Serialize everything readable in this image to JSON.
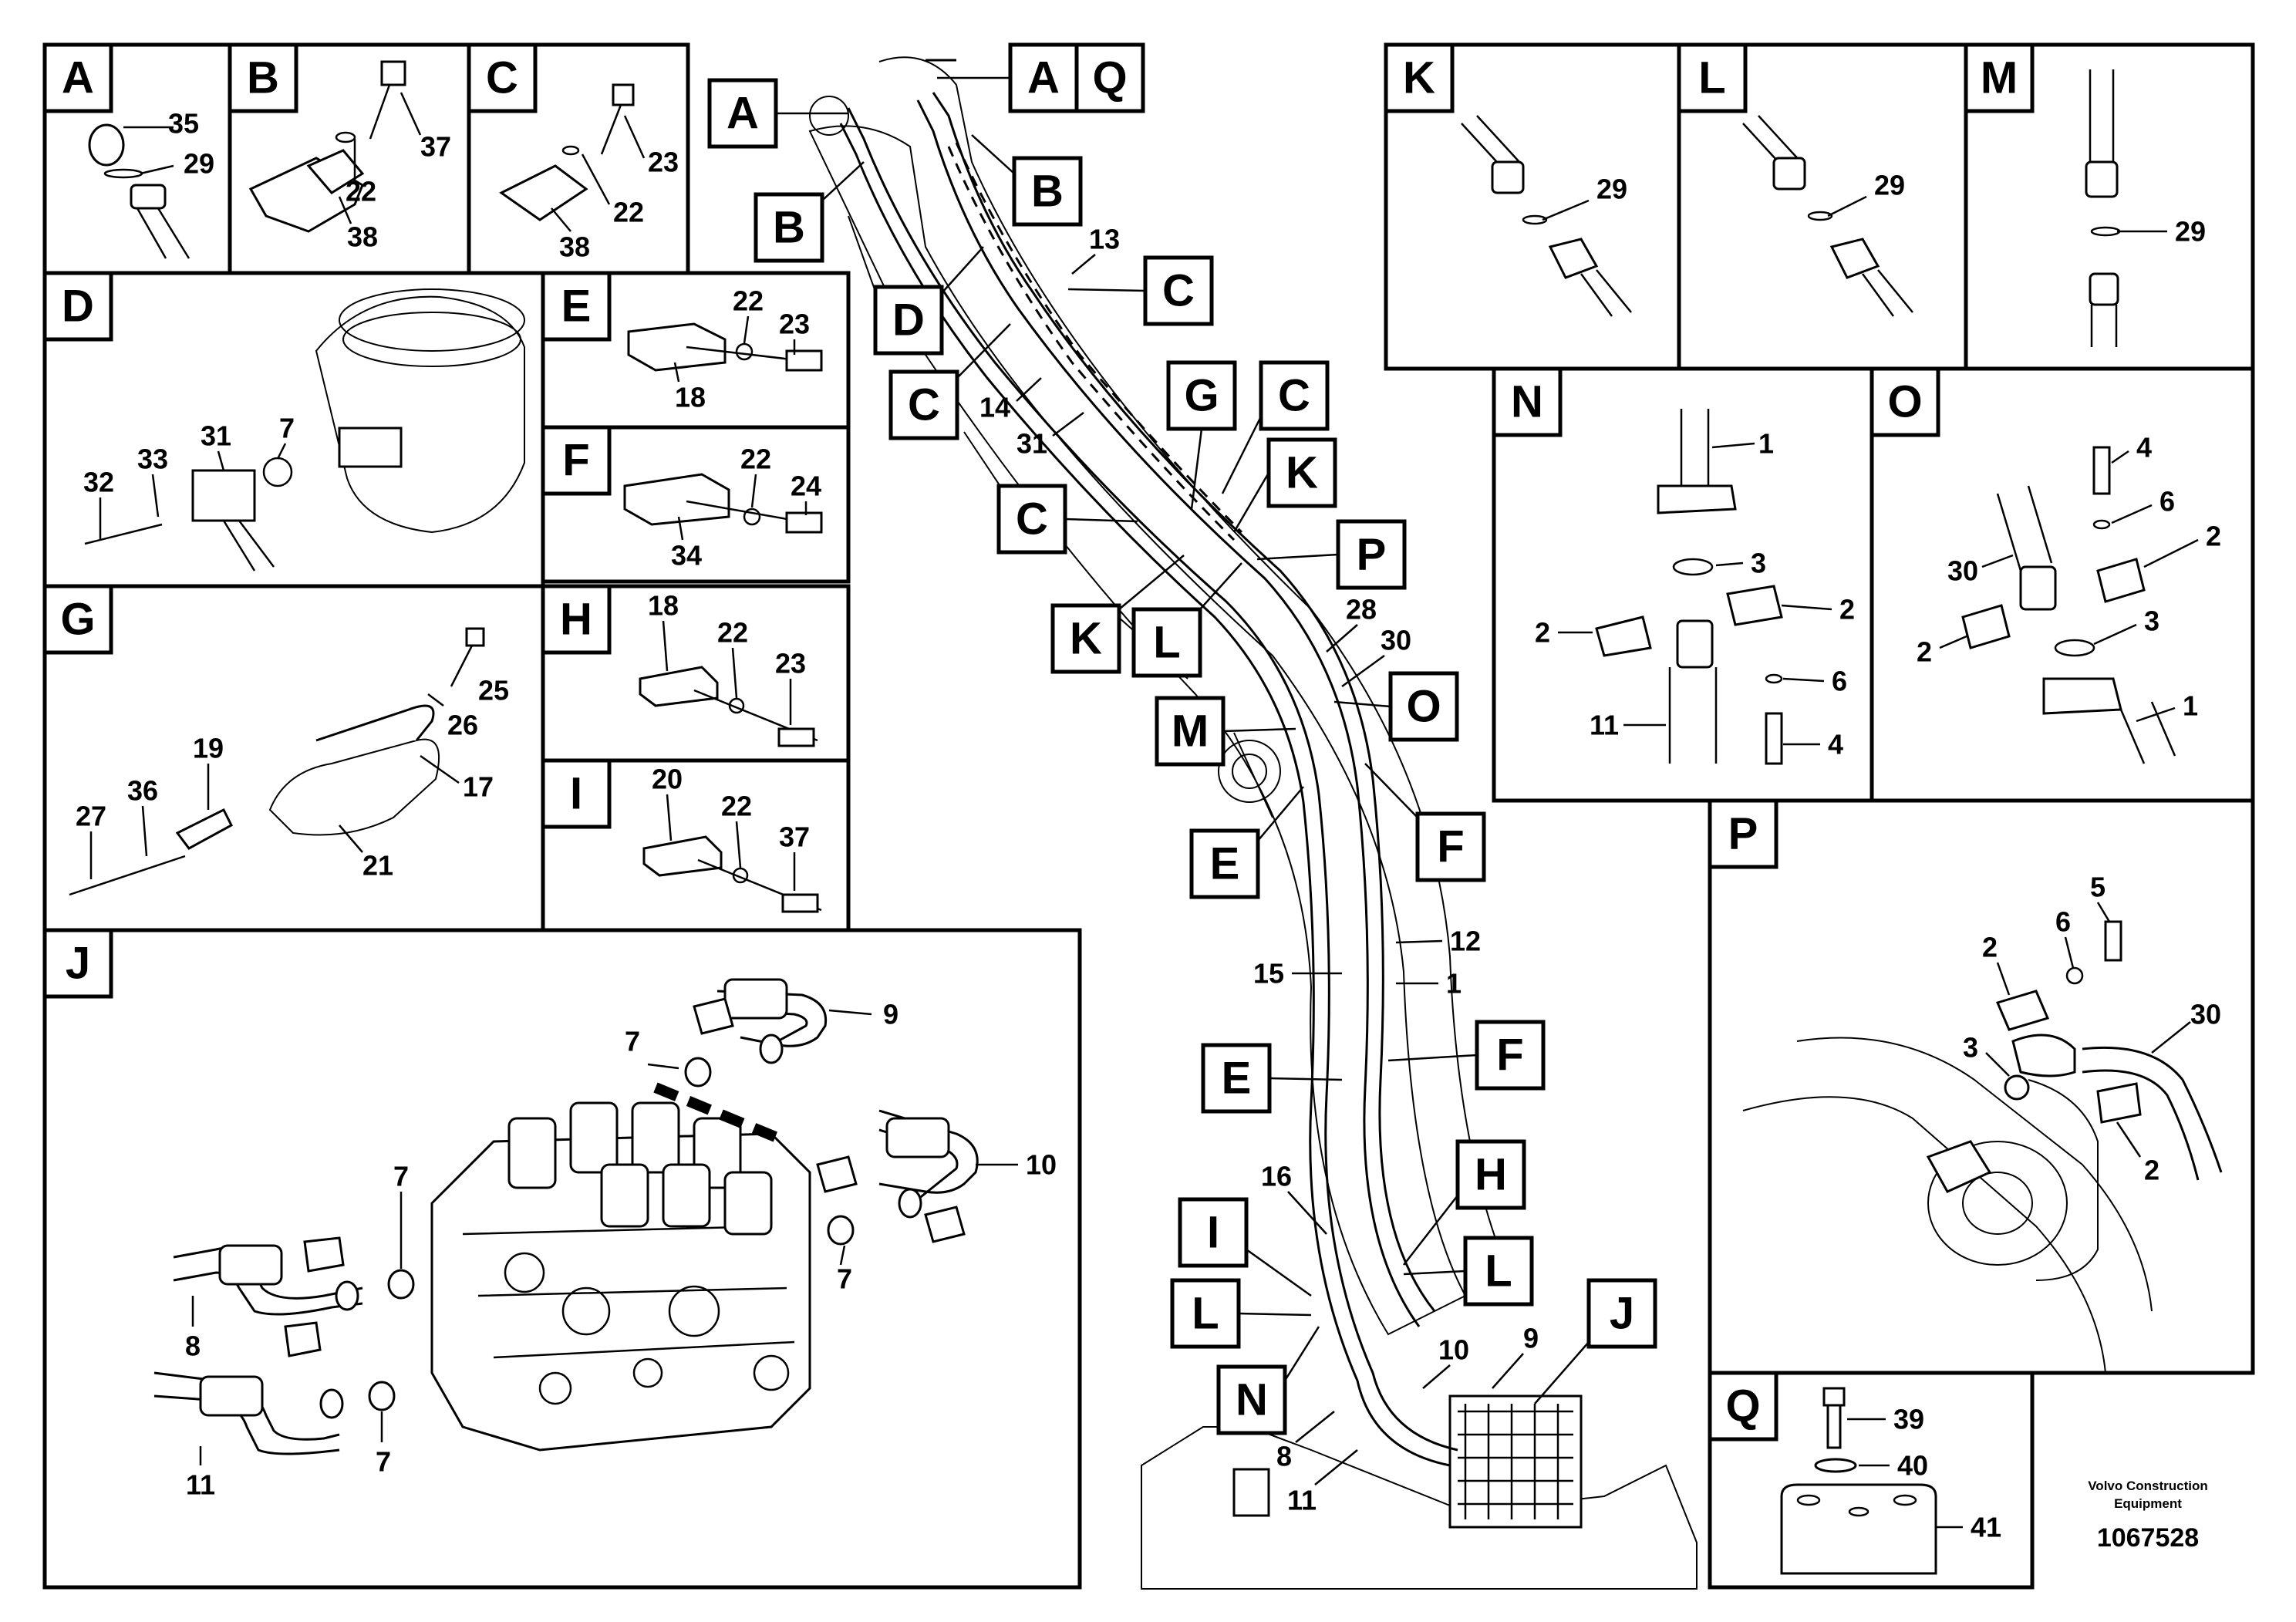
{
  "panels": {
    "A": {
      "label": "A",
      "parts": [
        "35",
        "29"
      ]
    },
    "B": {
      "label": "B",
      "parts": [
        "37",
        "22",
        "38"
      ]
    },
    "C": {
      "label": "C",
      "parts": [
        "23",
        "22",
        "38"
      ]
    },
    "D": {
      "label": "D",
      "parts": [
        "31",
        "7",
        "33",
        "32"
      ]
    },
    "E": {
      "label": "E",
      "parts": [
        "22",
        "23",
        "18"
      ]
    },
    "F": {
      "label": "F",
      "parts": [
        "22",
        "24",
        "34"
      ]
    },
    "G": {
      "label": "G",
      "parts": [
        "25",
        "26",
        "17",
        "19",
        "27",
        "36",
        "21"
      ]
    },
    "H": {
      "label": "H",
      "parts": [
        "18",
        "22",
        "23"
      ]
    },
    "I": {
      "label": "I",
      "parts": [
        "20",
        "22",
        "37"
      ]
    },
    "J": {
      "label": "J",
      "parts": [
        "9",
        "7",
        "10",
        "7",
        "7",
        "8",
        "11",
        "7"
      ]
    },
    "K": {
      "label": "K",
      "parts": [
        "29"
      ]
    },
    "L": {
      "label": "L",
      "parts": [
        "29"
      ]
    },
    "M": {
      "label": "M",
      "parts": [
        "29"
      ]
    },
    "N": {
      "label": "N",
      "parts": [
        "1",
        "3",
        "2",
        "2",
        "6",
        "11",
        "4"
      ]
    },
    "O": {
      "label": "O",
      "parts": [
        "4",
        "6",
        "30",
        "2",
        "2",
        "3",
        "1"
      ]
    },
    "P": {
      "label": "P",
      "parts": [
        "5",
        "6",
        "2",
        "30",
        "3",
        "2"
      ]
    },
    "Q": {
      "label": "Q",
      "parts": [
        "39",
        "40",
        "41"
      ]
    }
  },
  "main_view": {
    "callouts": [
      "A",
      "A",
      "Q",
      "B",
      "B",
      "C",
      "D",
      "C",
      "C",
      "G",
      "K",
      "C",
      "P",
      "K",
      "L",
      "O",
      "M",
      "E",
      "F",
      "E",
      "F",
      "H",
      "I",
      "L",
      "L",
      "N",
      "J"
    ],
    "parts": [
      "13",
      "14",
      "31",
      "28",
      "30",
      "12",
      "1",
      "15",
      "16",
      "10",
      "9",
      "8",
      "11"
    ]
  },
  "footer": {
    "brand": "Volvo Construction Equipment",
    "brand_line1": "Volvo Construction",
    "brand_line2": "Equipment",
    "drawing_number": "1067528"
  },
  "colors": {
    "ink": "#000000",
    "paper": "#ffffff"
  }
}
